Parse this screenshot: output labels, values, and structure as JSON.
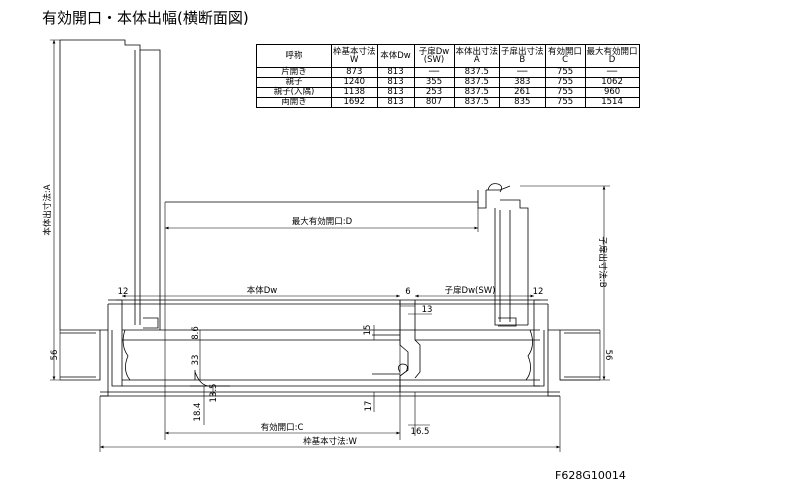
{
  "title": "有効開口・本体出幅(横断面図)",
  "table": {
    "headers": [
      "呼称",
      "枠基本寸法\nW",
      "本体Dw",
      "子扉Dw\n(SW)",
      "本体出寸法\nA",
      "子扉出寸法\nB",
      "有効開口\nC",
      "最大有効開口\nD"
    ],
    "rows": [
      [
        "片開き",
        "873",
        "813",
        "──",
        "837.5",
        "──",
        "755",
        "──"
      ],
      [
        "親子",
        "1240",
        "813",
        "355",
        "837.5",
        "383",
        "755",
        "1062"
      ],
      [
        "親子(入隅)",
        "1138",
        "813",
        "253",
        "837.5",
        "261",
        "755",
        "960"
      ],
      [
        "両開き",
        "1692",
        "813",
        "807",
        "837.5",
        "835",
        "755",
        "1514"
      ]
    ]
  },
  "labels": {
    "body_projection_a": "本体出寸法:A",
    "child_projection_b": "子扉出寸法:B",
    "max_opening_d": "最大有効開口:D",
    "body_dw": "本体Dw",
    "child_dw": "子扉Dw(SW)",
    "effective_opening_c": "有効開口:C",
    "frame_width_w": "枠基本寸法:W"
  },
  "dims": {
    "d12_left": "12",
    "d12_right": "12",
    "d6": "6",
    "d13": "13",
    "d15": "15",
    "d8_6": "8.6",
    "d33": "33",
    "d13_5": "13.5",
    "d18_4": "18.4",
    "d17": "17",
    "d16_5": "16.5",
    "d56_left": "56",
    "d56_right": "56"
  },
  "drawing_code": "F628G10014"
}
